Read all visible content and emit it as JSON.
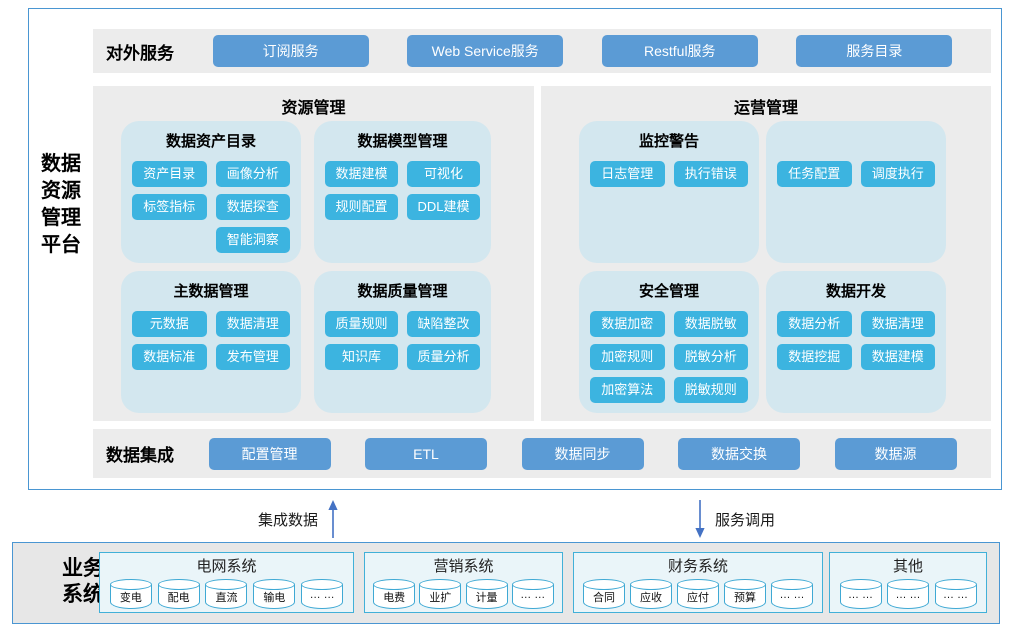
{
  "side_title": {
    "l0": "数据",
    "l1": "资源",
    "l2": "管理",
    "l3": "平台"
  },
  "external": {
    "label": "对外服务",
    "buttons": [
      "订阅服务",
      "Web Service服务",
      "Restful服务",
      "服务目录"
    ]
  },
  "resource": {
    "title": "资源管理",
    "groups": [
      {
        "title": "数据资产目录",
        "buttons": [
          "资产目录",
          "画像分析",
          "标签指标",
          "数据探查",
          "智能洞察"
        ]
      },
      {
        "title": "数据模型管理",
        "buttons": [
          "数据建模",
          "可视化",
          "规则配置",
          "DDL建模"
        ]
      },
      {
        "title": "主数据管理",
        "buttons": [
          "元数据",
          "数据清理",
          "数据标准",
          "发布管理"
        ]
      },
      {
        "title": "数据质量管理",
        "buttons": [
          "质量规则",
          "缺陷整改",
          "知识库",
          "质量分析"
        ]
      }
    ]
  },
  "operation": {
    "title": "运营管理",
    "groups": [
      {
        "title": "监控警告",
        "buttons": [
          "日志管理",
          "执行错误"
        ]
      },
      {
        "title": "",
        "buttons": [
          "任务配置",
          "调度执行"
        ]
      },
      {
        "title": "安全管理",
        "buttons": [
          "数据加密",
          "数据脱敏",
          "加密规则",
          "脱敏分析",
          "加密算法",
          "脱敏规则"
        ]
      },
      {
        "title": "数据开发",
        "buttons": [
          "数据分析",
          "数据清理",
          "数据挖掘",
          "数据建模"
        ]
      }
    ]
  },
  "integration": {
    "label": "数据集成",
    "buttons": [
      "配置管理",
      "ETL",
      "数据同步",
      "数据交换",
      "数据源"
    ]
  },
  "flows": {
    "up_label": "集成数据",
    "down_label": "服务调用"
  },
  "business": {
    "label_line1": "业务",
    "label_line2": "系统",
    "systems": [
      {
        "title": "电网系统",
        "items": [
          "变电",
          "配电",
          "直流",
          "输电",
          "… …"
        ]
      },
      {
        "title": "营销系统",
        "items": [
          "电费",
          "业扩",
          "计量",
          "… …"
        ]
      },
      {
        "title": "财务系统",
        "items": [
          "合同",
          "应收",
          "应付",
          "预算",
          "… …"
        ]
      },
      {
        "title": "其他",
        "items": [
          "… …",
          "… …",
          "… …"
        ]
      }
    ]
  },
  "colors": {
    "accent_blue": "#5b9bd5",
    "cyan_button": "#3cb4e0",
    "subpanel_blue": "#d3e7ef",
    "panel_gray": "#ececec",
    "arrow_blue": "#4472c4",
    "cylinder_border": "#3fa9d4"
  }
}
